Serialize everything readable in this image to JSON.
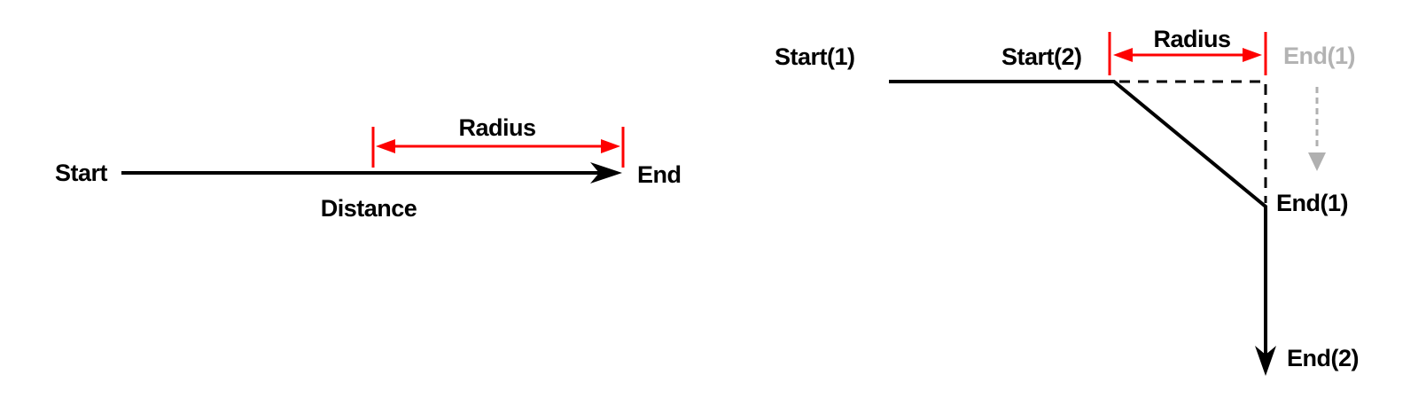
{
  "colors": {
    "ink": "#000000",
    "dimension_red": "#fe0000",
    "ghost_gray": "#b0b0b0",
    "ghost_text_gray": "#b3b3b3",
    "background": "#ffffff"
  },
  "left_diagram": {
    "start_label": "Start",
    "end_label": "End",
    "radius_label": "Radius",
    "distance_label": "Distance"
  },
  "right_diagram": {
    "start1_label": "Start(1)",
    "start2_label": "Start(2)",
    "radius_label": "Radius",
    "end1_ghost_label": "End(1)",
    "end1_label": "End(1)",
    "end2_label": "End(2)"
  }
}
